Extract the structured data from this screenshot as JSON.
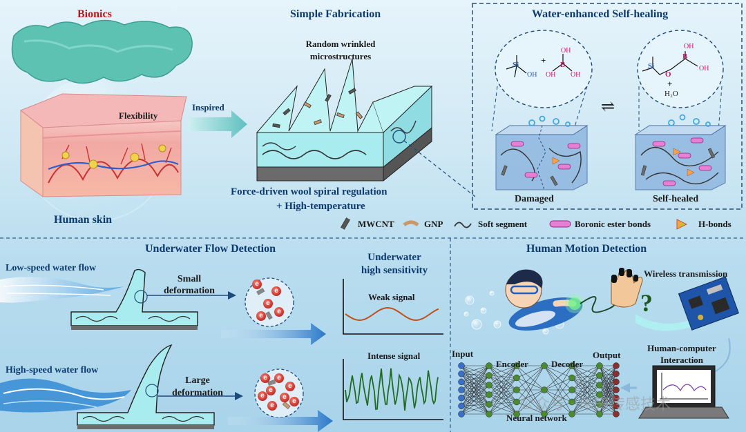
{
  "top": {
    "bionics_title": "Bionics",
    "fabrication_title": "Simple Fabrication",
    "selfheal_title": "Water-enhanced Self-healing",
    "flexibility": "Flexibility",
    "human_skin": "Human skin",
    "inspired": "Inspired",
    "random_wrinkled_1": "Random wrinkled",
    "random_wrinkled_2": "microstructures",
    "force_driven": "Force-driven wool spiral regulation",
    "high_temp": "+ High-temperature",
    "damaged": "Damaged",
    "self_healed": "Self-healed",
    "si": "Si",
    "oh": "OH",
    "b": "B",
    "o": "O",
    "plus": "+",
    "h2o": "H₂O",
    "equilibrium": "⇌"
  },
  "legend": {
    "mwcnt": "MWCNT",
    "gnp": "GNP",
    "soft_segment": "Soft segment",
    "boronic": "Boronic ester bonds",
    "hbonds": "H-bonds"
  },
  "flow": {
    "title": "Underwater Flow Detection",
    "low_speed": "Low-speed water flow",
    "high_speed": "High-speed water flow",
    "small_def_1": "Small",
    "small_def_2": "deformation",
    "large_def_1": "Large",
    "large_def_2": "deformation",
    "sensitivity_1": "Underwater",
    "sensitivity_2": "high sensitivity",
    "weak_signal": "Weak signal",
    "intense_signal": "Intense signal",
    "electron": "e"
  },
  "motion": {
    "title": "Human Motion Detection",
    "wireless": "Wireless transmission",
    "question": "?",
    "hci_1": "Human-computer",
    "hci_2": "Interaction",
    "input": "Input",
    "encoder": "Encoder",
    "decoder": "Decoder",
    "output": "Output",
    "neural": "Neural network",
    "watermark": "公众号 · 未来传感技术"
  },
  "colors": {
    "title_red": "#c0141b",
    "title_blue": "#0d3a6e",
    "flow_arrow": "#2a78c8",
    "weak_signal": "#c0501a",
    "intense_signal": "#1e6b1e",
    "sensor_fill": "#a9ecef",
    "net_node": "#4c8a2e",
    "net_output": "#8a2e2e"
  }
}
